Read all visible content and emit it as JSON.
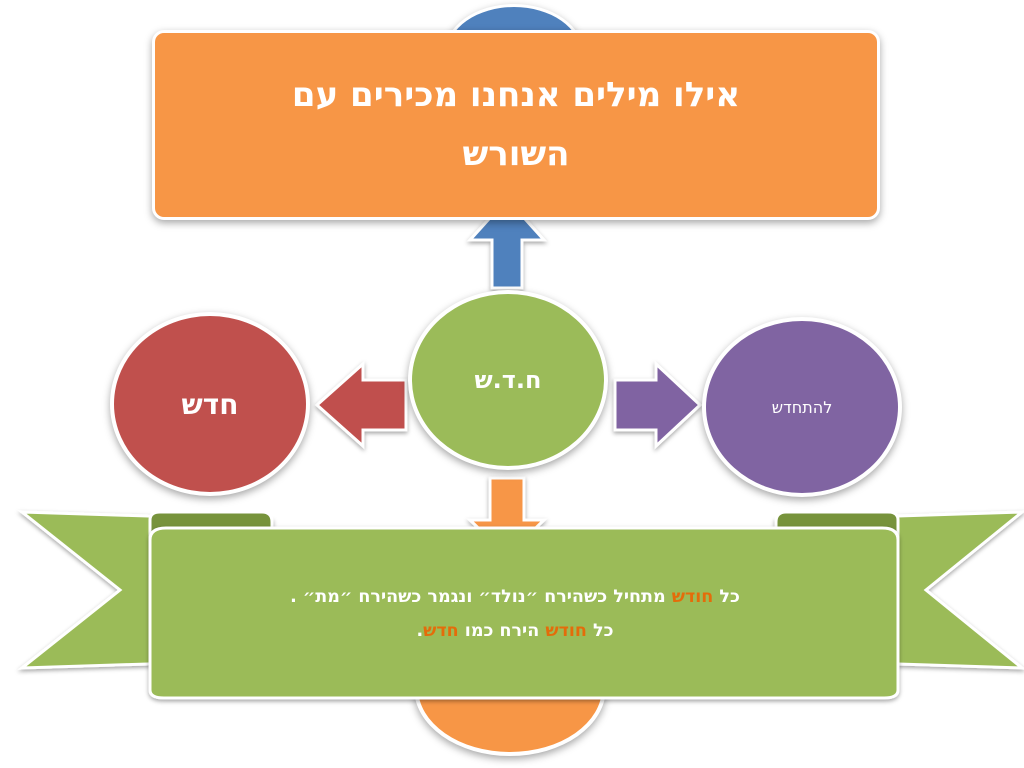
{
  "title": "אילו מילים אנחנו מכירים עם השורש",
  "root": "ח.ד.ש",
  "words": {
    "left": "חדש",
    "right": "להתחדש"
  },
  "banner": {
    "line1": {
      "prefix": "כל ",
      "highlight": "חודש",
      "suffix": " מתחיל כשהירח ״נולד״ ונגמר כשהירח ״מת״ ."
    },
    "line2": {
      "prefix": "כל ",
      "highlight1": "חודש",
      "middle": " הירח כמו ",
      "highlight2": "חדש",
      "suffix": "."
    }
  },
  "colors": {
    "blue": "#4F81BD",
    "orange": "#F79646",
    "green": "#9BBB59",
    "red": "#C0504D",
    "purple": "#8064A2",
    "highlight_orange": "#E46C0A",
    "banner_fold": "#77933C"
  }
}
